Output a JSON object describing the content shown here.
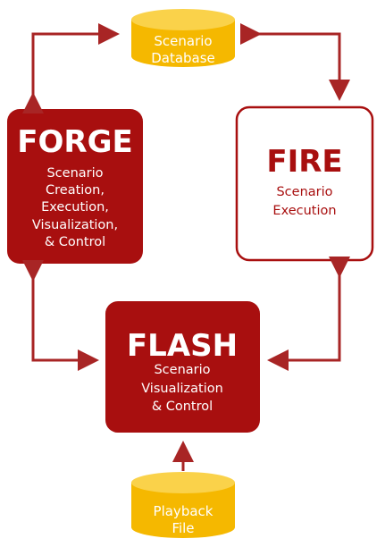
{
  "colors": {
    "dark_red": "#a80f0f",
    "arrow_red": "#a82525",
    "cylinder_gold": "#f5b800",
    "cylinder_top": "#fad24a",
    "white": "#ffffff"
  },
  "database": {
    "line1": "Scenario",
    "line2": "Database"
  },
  "forge": {
    "title": "FORGE",
    "lines": [
      "Scenario",
      "Creation,",
      "Execution,",
      "Visualization,",
      "& Control"
    ]
  },
  "fire": {
    "title": "FIRE",
    "lines": [
      "Scenario",
      "Execution"
    ]
  },
  "flash": {
    "title": "FLASH",
    "lines": [
      "Scenario",
      "Visualization",
      "& Control"
    ]
  },
  "playback": {
    "line1": "Playback",
    "line2": "File"
  }
}
